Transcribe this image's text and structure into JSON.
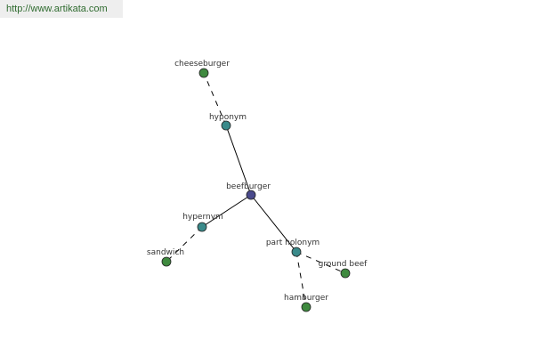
{
  "header": {
    "url": "http://www.artikata.com"
  },
  "colors": {
    "center": "#4a4a8c",
    "relation": "#3a8a8a",
    "word": "#3f8a3f",
    "edge": "#000000"
  },
  "graph": {
    "center": {
      "label": "beefburger"
    },
    "relations": [
      {
        "id": "hyponym",
        "label": "hyponym"
      },
      {
        "id": "hypernym",
        "label": "hypernym"
      },
      {
        "id": "part-holonym",
        "label": "part holonym"
      }
    ],
    "words": [
      {
        "id": "cheeseburger",
        "label": "cheeseburger",
        "relation": "hyponym"
      },
      {
        "id": "sandwich",
        "label": "sandwich",
        "relation": "hypernym"
      },
      {
        "id": "ground-beef",
        "label": "ground beef",
        "relation": "part-holonym"
      },
      {
        "id": "hamburger",
        "label": "hamburger",
        "relation": "part-holonym"
      }
    ]
  }
}
